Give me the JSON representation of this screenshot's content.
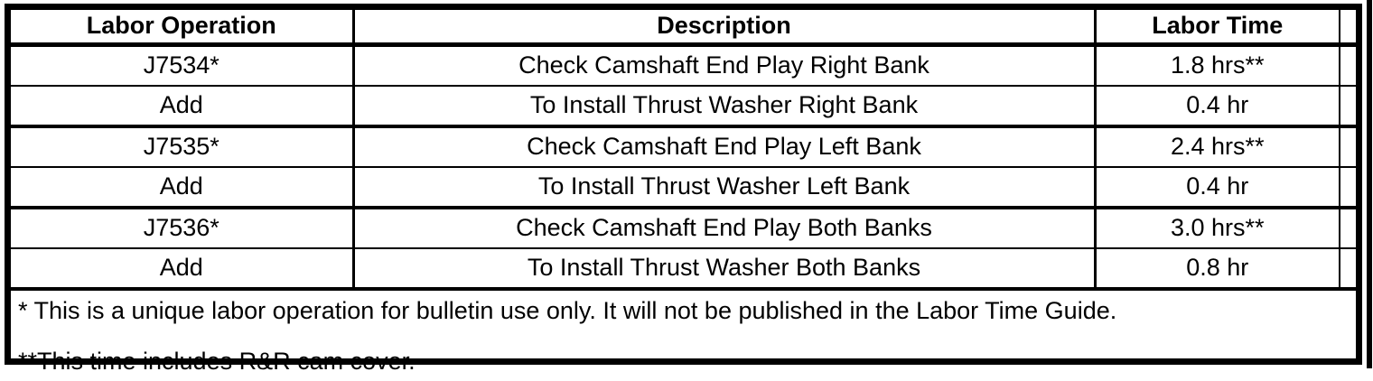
{
  "table": {
    "headers": {
      "labor_operation": "Labor Operation",
      "description": "Description",
      "labor_time": "Labor Time"
    },
    "rows": [
      {
        "op": "J7534*",
        "desc": "Check Camshaft End Play Right Bank",
        "time": "1.8 hrs**"
      },
      {
        "op": "Add",
        "desc": "To Install Thrust Washer Right Bank",
        "time": "0.4 hr"
      },
      {
        "op": "J7535*",
        "desc": "Check Camshaft End Play Left Bank",
        "time": "2.4 hrs**"
      },
      {
        "op": "Add",
        "desc": "To Install Thrust Washer Left Bank",
        "time": "0.4 hr"
      },
      {
        "op": "J7536*",
        "desc": "Check Camshaft End Play Both Banks",
        "time": "3.0 hrs**"
      },
      {
        "op": "Add",
        "desc": "To Install Thrust Washer Both Banks",
        "time": "0.8 hr"
      }
    ],
    "footnotes": [
      "* This is a unique labor operation for bulletin use only. It will not be published in the Labor Time Guide.",
      "**This time includes R&R cam cover."
    ]
  },
  "colors": {
    "border": "#000000",
    "background": "#ffffff",
    "text": "#000000"
  }
}
